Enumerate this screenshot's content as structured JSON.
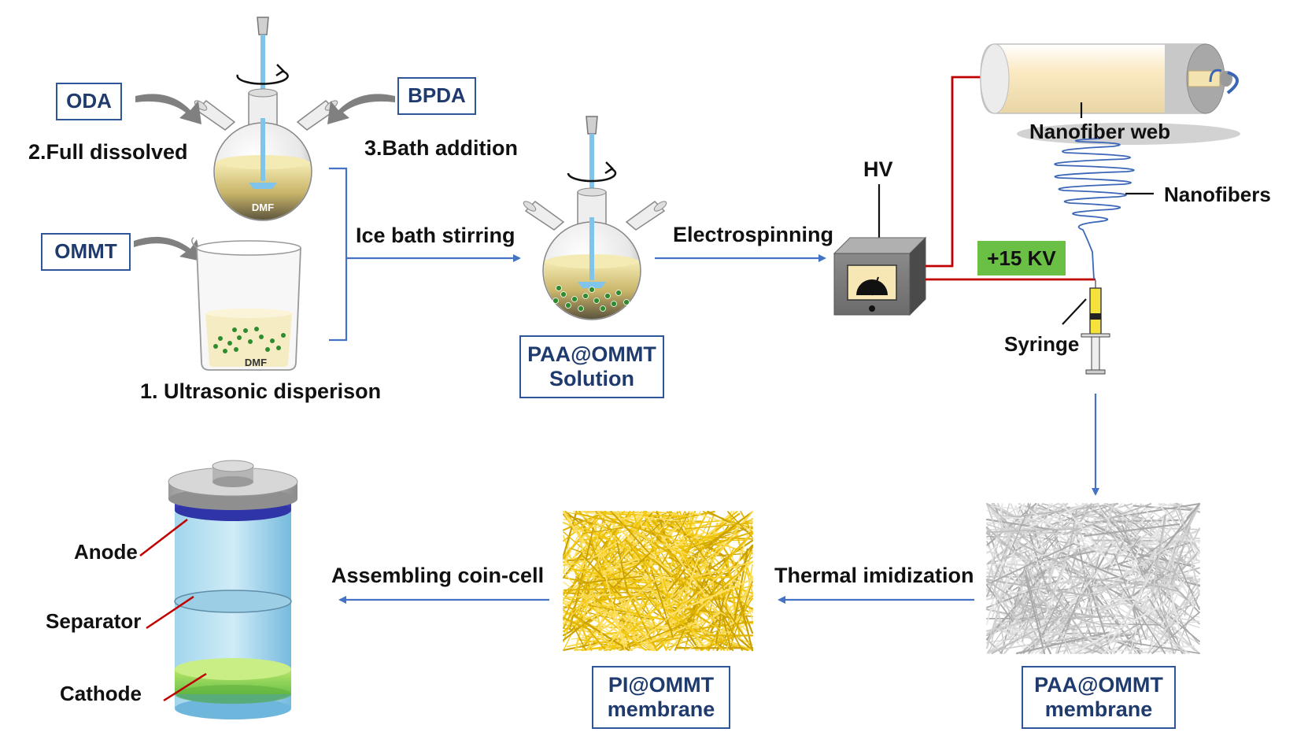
{
  "reagents": {
    "oda": "ODA",
    "bpda": "BPDA",
    "ommt": "OMMT"
  },
  "steps": {
    "full_dissolved": "2.Full dissolved",
    "bath_addition": "3.Bath addition",
    "ultrasonic": "1. Ultrasonic disperison",
    "ice_bath": "Ice bath stirring",
    "electrospinning": "Electrospinning",
    "thermal": "Thermal imidization",
    "assembling": "Assembling coin-cell"
  },
  "solvent": "DMF",
  "products": {
    "paa_solution": [
      "PAA@OMMT",
      "Solution"
    ],
    "paa_membrane": [
      "PAA@OMMT",
      "membrane"
    ],
    "pi_membrane": [
      "PI@OMMT",
      "membrane"
    ]
  },
  "apparatus": {
    "hv": "HV",
    "voltage": "+15 KV",
    "nanofiber_web": "Nanofiber web",
    "nanofibers": "Nanofibers",
    "syringe": "Syringe"
  },
  "battery": {
    "anode": "Anode",
    "separator": "Separator",
    "cathode": "Cathode"
  },
  "colors": {
    "arrow_blue": "#4472c4",
    "box_border": "#2e5597",
    "wire_red": "#c00000",
    "solution_yellow": "#f3e6a0",
    "fiber_yellow": "#f2c80f",
    "particle_green": "#2e8b2e"
  }
}
